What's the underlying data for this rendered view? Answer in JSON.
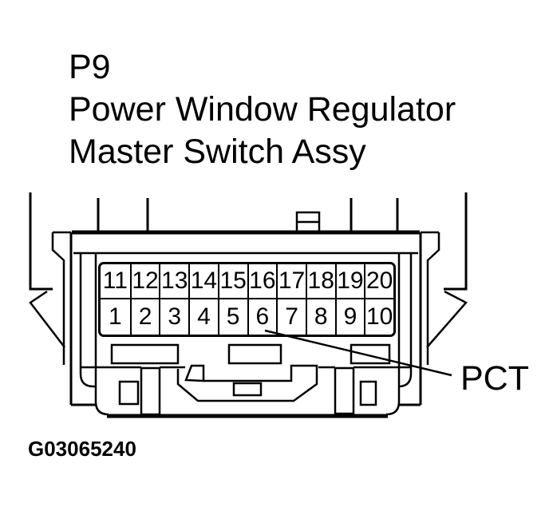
{
  "header": {
    "lines": [
      "P9",
      "Power Window Regulator",
      "Master Switch Assy"
    ]
  },
  "connector": {
    "pins": {
      "top_row": [
        "11",
        "12",
        "13",
        "14",
        "15",
        "16",
        "17",
        "18",
        "19",
        "20"
      ],
      "bottom_row": [
        "1",
        "2",
        "3",
        "4",
        "5",
        "6",
        "7",
        "8",
        "9",
        "10"
      ]
    },
    "callout": {
      "label": "PCT",
      "points_to_pin": "6"
    }
  },
  "figure_id": "G03065240",
  "colors": {
    "line": "#000000",
    "background": "#ffffff"
  }
}
